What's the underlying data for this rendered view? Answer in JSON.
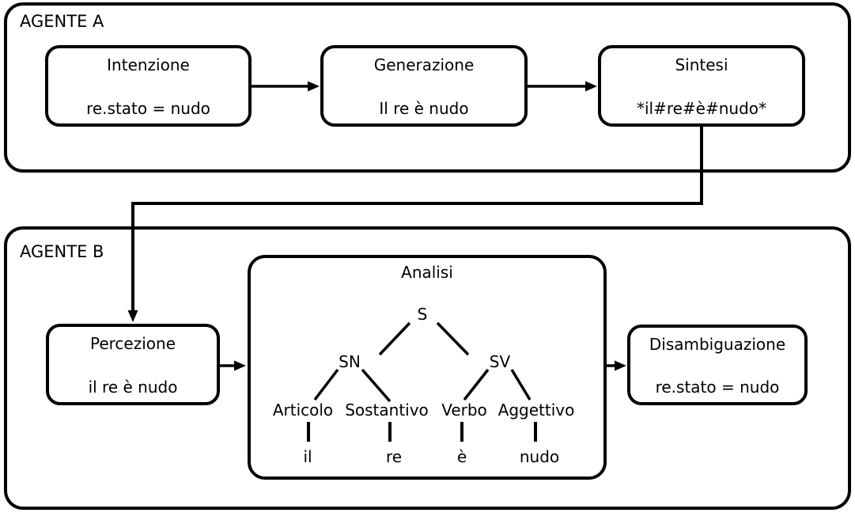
{
  "agents": {
    "a": {
      "label": "AGENTE A",
      "stages": [
        {
          "title": "Intenzione",
          "content": "re.stato = nudo"
        },
        {
          "title": "Generazione",
          "content": "Il re è nudo"
        },
        {
          "title": "Sintesi",
          "content": "*il#re#è#nudo*"
        }
      ]
    },
    "b": {
      "label": "AGENTE B",
      "stages": [
        {
          "title": "Percezione",
          "content": "il re è nudo"
        },
        {
          "title": "Disambiguazione",
          "content": "re.stato = nudo"
        }
      ],
      "analysis": {
        "title": "Analisi",
        "tree": {
          "root": "S",
          "phrases": [
            "SN",
            "SV"
          ],
          "pos": [
            "Articolo",
            "Sostantivo",
            "Verbo",
            "Aggettivo"
          ],
          "words": [
            "il",
            "re",
            "è",
            "nudo"
          ]
        }
      }
    }
  },
  "colors": {
    "line": "#000000",
    "background": "#ffffff"
  }
}
